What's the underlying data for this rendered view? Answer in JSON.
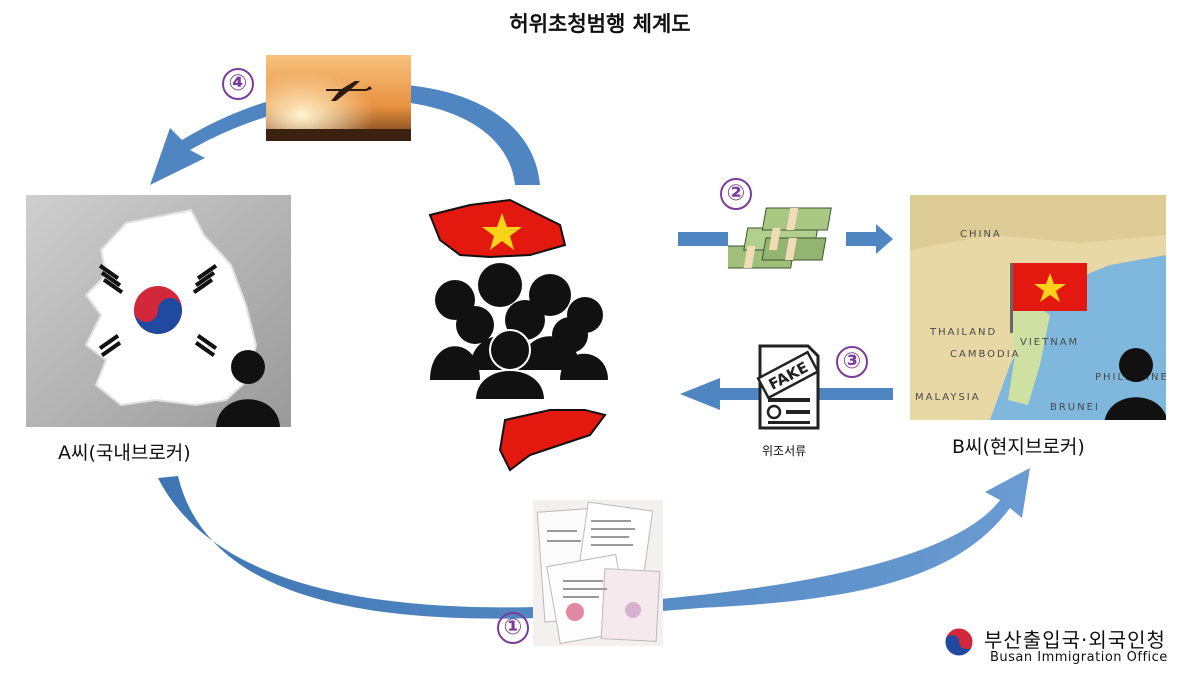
{
  "title": "허위초청범행 체계도",
  "steps": [
    "①",
    "②",
    "③",
    "④"
  ],
  "labels": {
    "a_person": "A씨(국내브로커)",
    "b_person": "B씨(현지브로커)",
    "fake_docs": "위조서류",
    "fake_stamp": "FAKE"
  },
  "map_words": [
    "CHINA",
    "THAILAND",
    "VIETNAM",
    "CAMBODIA",
    "MALAYSIA",
    "PHILIPPINES",
    "BRUNEI"
  ],
  "logo": {
    "korean": "부산출입국·외국인청",
    "english": "Busan Immigration Office"
  },
  "colors": {
    "arrow_blue": "#4f86c1",
    "step_purple": "#7a3d9c",
    "vietnam_red": "#e3190f",
    "vietnam_star": "#ffd21a"
  },
  "icons": [
    "airplane-icon",
    "money-stack-icon",
    "fake-document-icon",
    "crowd-icon",
    "person-silhouette-icon"
  ]
}
